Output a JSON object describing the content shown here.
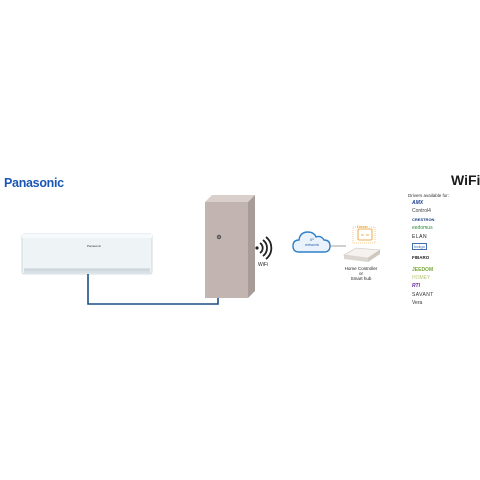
{
  "brand": "Panasonic",
  "ac_unit_brand": "Panasonic",
  "wifi_title": "WiFi",
  "wifi_label": "WiFi",
  "cloud_label_line1": "IP",
  "cloud_label_line2": "network",
  "driver_tag": "Driver",
  "home_controller_line1": "Home Controller",
  "home_controller_line2": "or",
  "home_controller_line3": "Smart hub",
  "drivers_available_label": "Drivers available for:",
  "drivers": [
    {
      "name": "AMX",
      "color": "#1c3f8f"
    },
    {
      "name": "Control4",
      "color": "#444444"
    },
    {
      "name": "CRESTRON",
      "color": "#1a3c7a"
    },
    {
      "name": "eedomus",
      "color": "#2e8b3a"
    },
    {
      "name": "ELAN",
      "color": "#222222"
    },
    {
      "name": "Indigo",
      "color": "#3f6fb0"
    },
    {
      "name": "FIBARO",
      "color": "#222222"
    },
    {
      "name": "JEEDOM",
      "color": "#7aa83a"
    },
    {
      "name": "HOMEY",
      "color": "#b8c87a"
    },
    {
      "name": "RTI",
      "color": "#6a2a9a"
    },
    {
      "name": "SAVANT",
      "color": "#333333"
    },
    {
      "name": "Vera",
      "color": "#333333"
    }
  ],
  "colors": {
    "brand": "#1a56b4",
    "cable": "#1b4f86",
    "accent": "#e8961c",
    "cloud": "#2f7fc9"
  }
}
